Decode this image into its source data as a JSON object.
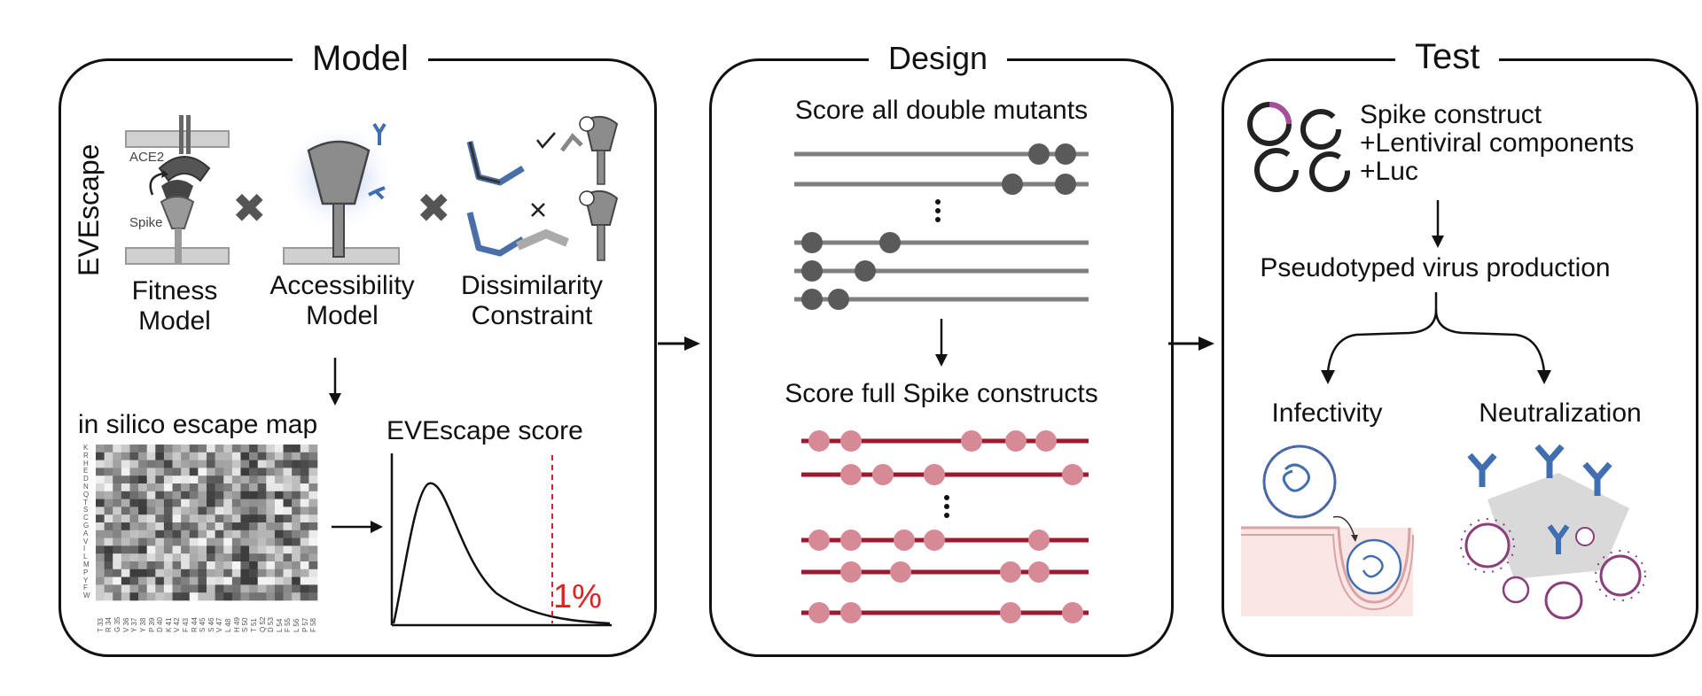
{
  "model": {
    "title": "Model",
    "vertical_label": "EVEscape",
    "ace2_label": "ACE2",
    "spike_label": "Spike",
    "fitness_label": [
      "Fitness",
      "Model"
    ],
    "accessibility_label": [
      "Accessibility",
      "Model"
    ],
    "dissimilarity_label": [
      "Dissimilarity",
      "Constraint"
    ],
    "escape_map_label": "in silico escape map",
    "score_label": "EVEscape score",
    "percent_label": "1%",
    "heatmap_rows": [
      "K",
      "R",
      "H",
      "E",
      "D",
      "N",
      "Q",
      "T",
      "S",
      "C",
      "G",
      "A",
      "V",
      "I",
      "L",
      "M",
      "P",
      "Y",
      "F",
      "W"
    ],
    "heatmap_cols": [
      "T 33",
      "R 34",
      "G 35",
      "V 36",
      "Y 37",
      "Y 38",
      "P 39",
      "D 40",
      "K 41",
      "V 42",
      "F 43",
      "R 44",
      "S 45",
      "S 46",
      "V 47",
      "L 48",
      "H 49",
      "S 50",
      "T 51",
      "Q 52",
      "D 53",
      "L 54",
      "F 55",
      "L 56",
      "P 57",
      "F 58"
    ]
  },
  "design": {
    "title": "Design",
    "double_label": "Score all double mutants",
    "full_label": "Score full Spike constructs"
  },
  "test": {
    "title": "Test",
    "construct_lines": [
      "Spike construct",
      "+Lentiviral components",
      "+Luc"
    ],
    "production_label": "Pseudotyped virus production",
    "infectivity_label": "Infectivity",
    "neutralization_label": "Neutralization"
  },
  "colors": {
    "gray_line": "#7f7f7f",
    "gray_dot": "#5a5a5a",
    "red_line": "#9b1b30",
    "red_dot": "#d68a96",
    "antibody": "#3f6fb0",
    "virus": "#8a3e7c",
    "percent": "#e02020"
  }
}
